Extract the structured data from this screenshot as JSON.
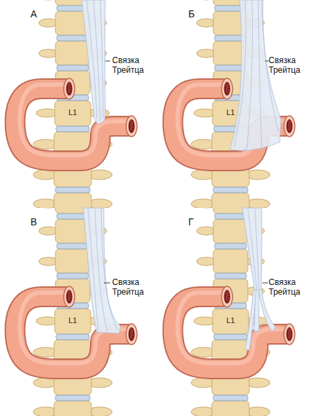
{
  "diagram": {
    "labels": [
      "А",
      "Связка Трейтца",
      "L1",
      "Б",
      "Связка Трейтца",
      "L1",
      "В",
      "Связка Трейтца",
      "L1",
      "Г",
      "Связка Трейтца",
      "L1"
    ]
  }
}
